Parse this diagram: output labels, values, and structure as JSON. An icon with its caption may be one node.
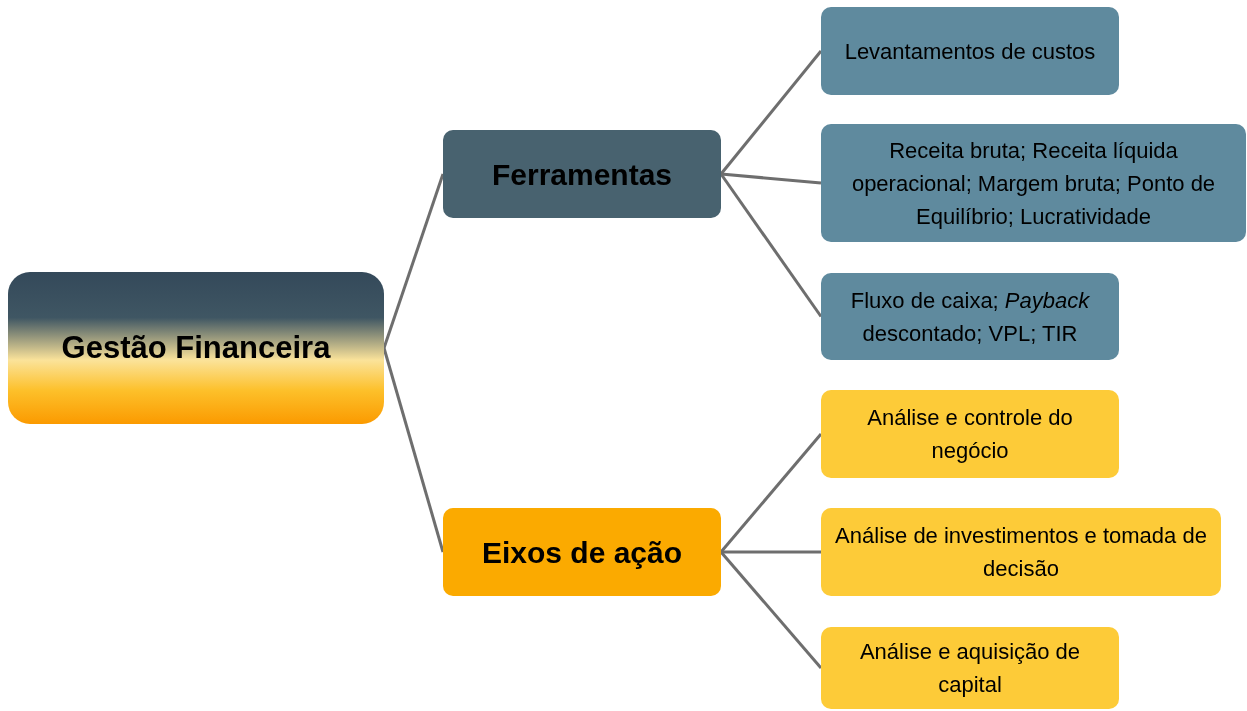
{
  "diagram": {
    "nodes": [
      {
        "text": [
          "Gestão Financeira"
        ]
      },
      {
        "text": [
          "Ferramentas"
        ]
      },
      {
        "text": [
          "Eixos de ação"
        ]
      },
      {
        "text": [
          "Levantamentos de custos"
        ]
      },
      {
        "text": [
          "Receita bruta; Receita líquida operacional; Margem bruta; Ponto de Equilíbrio; Lucratividade"
        ]
      },
      {
        "text": [
          "Fluxo de caixa; *Payback* descontado; VPL; TIR"
        ]
      },
      {
        "text": [
          "Análise e controle do negócio"
        ]
      },
      {
        "text": [
          "Análise de investimentos e tomada de decisão"
        ]
      },
      {
        "text": [
          "Análise e aquisição de capital"
        ]
      }
    ],
    "edges": [
      {
        "from": 0,
        "to": 1,
        "arrow": "none"
      },
      {
        "from": 0,
        "to": 2,
        "arrow": "none"
      },
      {
        "from": 1,
        "to": 3,
        "arrow": "none"
      },
      {
        "from": 1,
        "to": 4,
        "arrow": "none"
      },
      {
        "from": 1,
        "to": 5,
        "arrow": "none"
      },
      {
        "from": 2,
        "to": 6,
        "arrow": "none"
      },
      {
        "from": 2,
        "to": 7,
        "arrow": "none"
      },
      {
        "from": 2,
        "to": 8,
        "arrow": "none"
      }
    ]
  }
}
